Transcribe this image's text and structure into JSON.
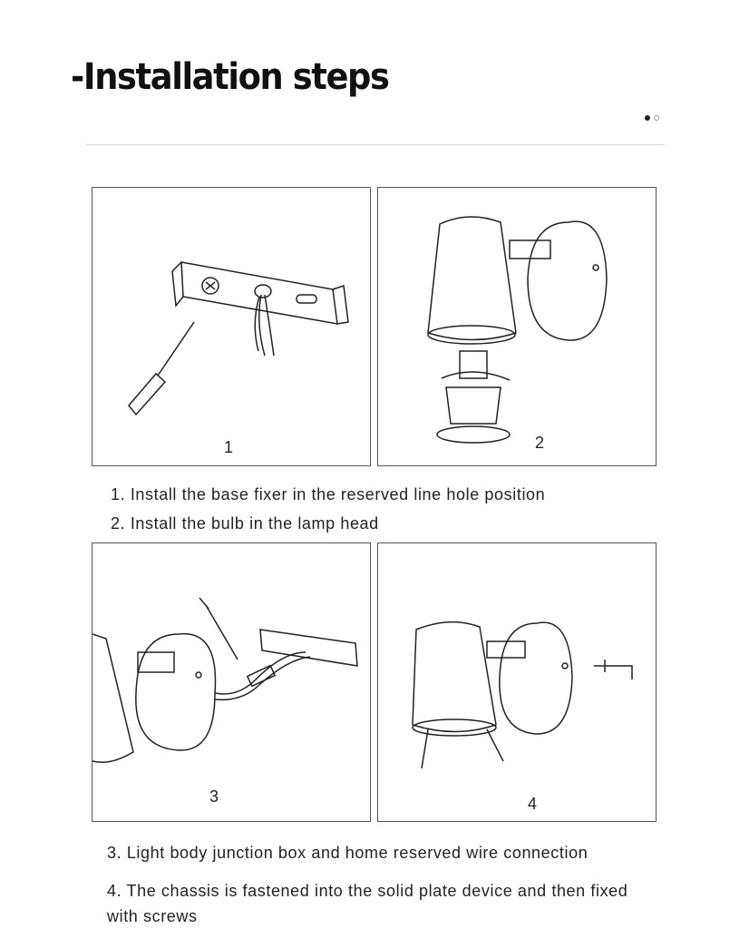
{
  "header": {
    "title": "-Installation steps"
  },
  "pagination": {
    "total": 2,
    "active": 1
  },
  "panels": [
    {
      "number": "1",
      "illustration": "screwdriver-bracket"
    },
    {
      "number": "2",
      "illustration": "bulb-lamp-head"
    },
    {
      "number": "3",
      "illustration": "wire-connection"
    },
    {
      "number": "4",
      "illustration": "fix-with-screws"
    }
  ],
  "captions": [
    "1. Install the base fixer in the reserved line hole position",
    "2. Install the bulb in the lamp head",
    "3. Light body junction box and home reserved wire connection",
    "4. The chassis is fastened into the solid plate device and then fixed with screws"
  ]
}
